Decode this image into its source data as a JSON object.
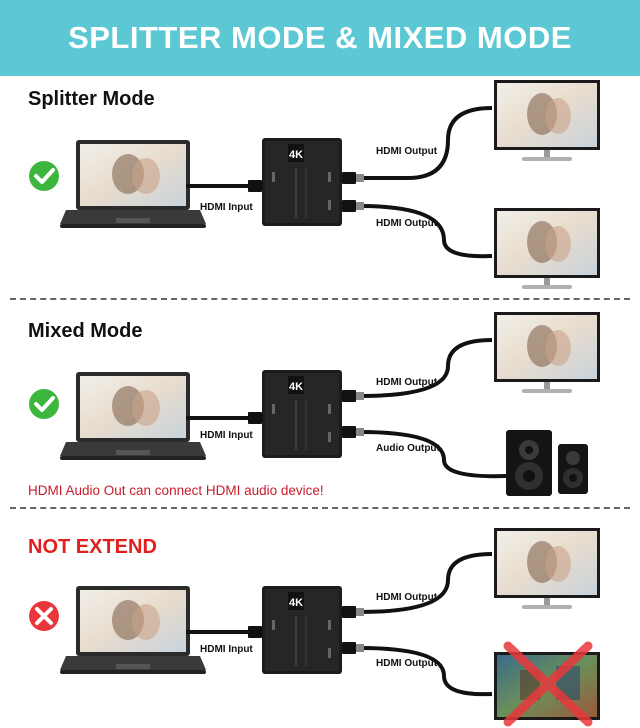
{
  "banner": {
    "title": "SPLITTER MODE & MIXED MODE",
    "color": "#5cc8d4"
  },
  "sections": [
    {
      "title": "Splitter Mode",
      "status": "check",
      "status_color": "#3cb63c",
      "input_label": "HDMI Input",
      "outputs": [
        "HDMI Output",
        "HDMI Output"
      ]
    },
    {
      "title": "Mixed Mode",
      "status": "check",
      "status_color": "#3cb63c",
      "input_label": "HDMI Input",
      "outputs": [
        "HDMI Output",
        "Audio Output"
      ],
      "note": "HDMI Audio Out can connect HDMI audio device!"
    },
    {
      "title": "NOT EXTEND",
      "title_color": "#e02020",
      "status": "cross",
      "status_color": "#e8383c",
      "input_label": "HDMI Input",
      "outputs": [
        "HDMI Output",
        "HDMI Output"
      ]
    }
  ],
  "device": {
    "badge": "4K",
    "icons": [
      "laptop-icon",
      "splitter-box-icon",
      "monitor-icon",
      "speaker-icon"
    ]
  }
}
